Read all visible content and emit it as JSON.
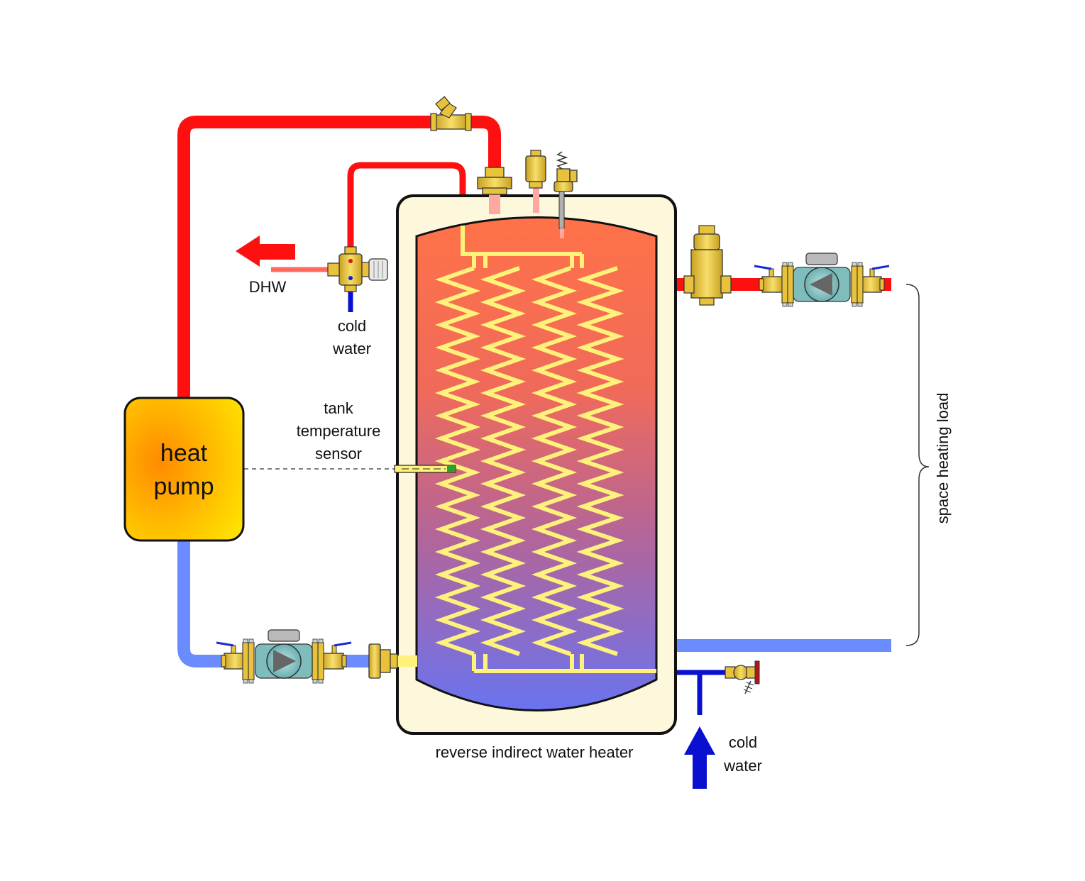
{
  "labels": {
    "heat_pump_line1": "heat",
    "heat_pump_line2": "pump",
    "dhw": "DHW",
    "cold_water_top_line1": "cold",
    "cold_water_top_line2": "water",
    "sensor_line1": "tank",
    "sensor_line2": "temperature",
    "sensor_line3": "sensor",
    "tank": "reverse indirect water heater",
    "cold_water_bottom_line1": "cold",
    "cold_water_bottom_line2": "water",
    "space_heating_load": "space heating load"
  },
  "colors": {
    "hot_pipe": "#ff1010",
    "cold_pipe": "#6b8cff",
    "domestic_cold": "#0a10d0",
    "coil": "#fff27a",
    "brass": "#e8c23a",
    "tank_jacket": "#fdf8dc"
  },
  "icons": [
    "heat-pump-box",
    "wye-strainer-icon",
    "circulator-pump-icon",
    "air-separator-icon",
    "mixing-valve-icon",
    "relief-valve-icon",
    "air-vent-icon",
    "drain-valve-icon",
    "union-fitting-icon",
    "flow-arrow-icon"
  ]
}
